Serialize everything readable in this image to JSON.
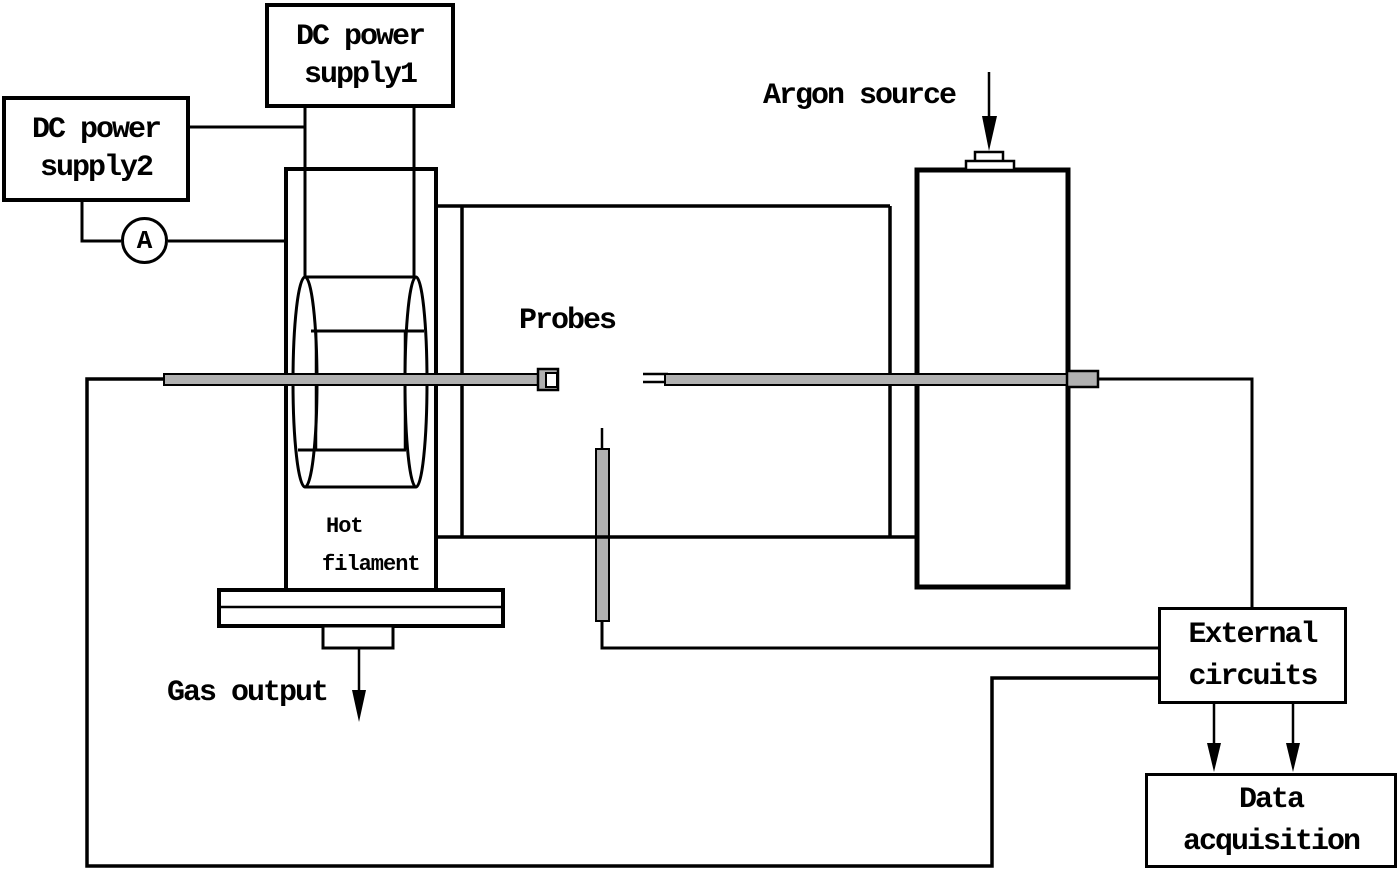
{
  "diagram": {
    "boxes": {
      "dc_power_supply_1": {
        "line1": "DC power",
        "line2": "supply1"
      },
      "dc_power_supply_2": {
        "line1": "DC power",
        "line2": "supply2"
      },
      "external_circuits": {
        "line1": "External",
        "line2": "circuits"
      },
      "data_acquisition": {
        "line1": "Data",
        "line2": "acquisition"
      }
    },
    "labels": {
      "argon_source": "Argon source",
      "probes": "Probes",
      "hot_filament_line1": "Hot",
      "hot_filament_line2": "filament",
      "gas_output": "Gas output",
      "ammeter": "A"
    },
    "colors": {
      "line": "#000000",
      "rod_fill": "#b0b0b0",
      "background": "#ffffff"
    }
  }
}
